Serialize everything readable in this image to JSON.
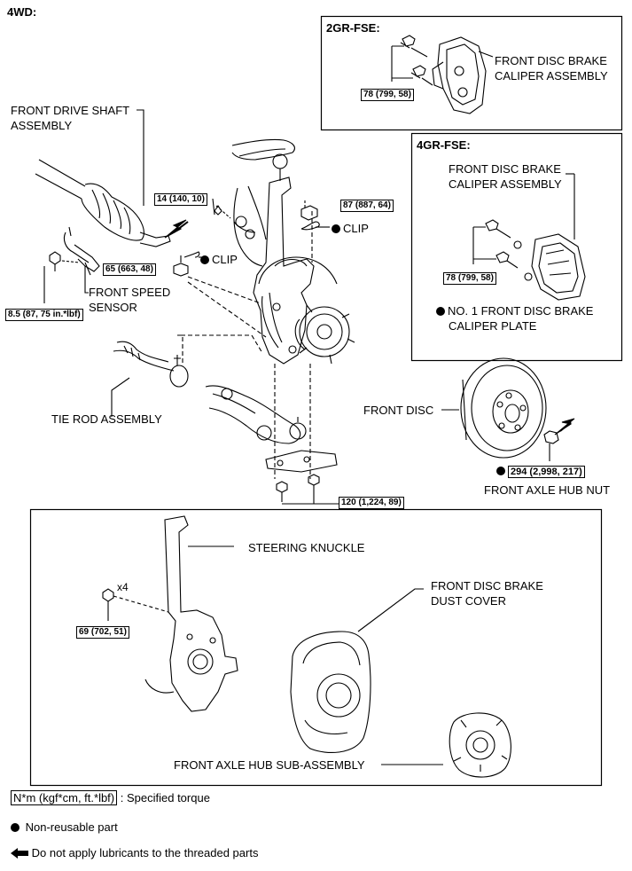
{
  "header": {
    "title": "4WD:"
  },
  "boxes": {
    "gr2": "2GR-FSE:",
    "gr4": "4GR-FSE:"
  },
  "labels": {
    "caliper_2gr_1": "FRONT DISC BRAKE",
    "caliper_2gr_2": "CALIPER ASSEMBLY",
    "caliper_4gr_1": "FRONT DISC BRAKE",
    "caliper_4gr_2": "CALIPER ASSEMBLY",
    "plate_1": "NO. 1 FRONT DISC BRAKE",
    "plate_2": "CALIPER PLATE",
    "drive_shaft_1": "FRONT DRIVE SHAFT",
    "drive_shaft_2": "ASSEMBLY",
    "clip_a": "CLIP",
    "clip_b": "CLIP",
    "speed_sensor_1": "FRONT SPEED",
    "speed_sensor_2": "SENSOR",
    "tie_rod": "TIE ROD ASSEMBLY",
    "front_disc": "FRONT DISC",
    "hub_nut": "FRONT AXLE HUB NUT",
    "steering_knuckle": "STEERING KNUCKLE",
    "dust_cover_1": "FRONT DISC BRAKE",
    "dust_cover_2": "DUST COVER",
    "hub_sub": "FRONT AXLE HUB SUB-ASSEMBLY",
    "x4": "x4"
  },
  "torques": {
    "t78a": "78 (799, 58)",
    "t78b": "78 (799, 58)",
    "t14": "14 (140, 10)",
    "t87": "87 (887, 64)",
    "t65": "65 (663, 48)",
    "t85": "8.5 (87, 75 in.*lbf)",
    "t294": "294 (2,998, 217)",
    "t120": "120 (1,224, 89)",
    "t69": "69 (702, 51)"
  },
  "legend": {
    "torque_box": "N*m (kgf*cm, ft.*lbf)",
    "torque_text": ": Specified torque",
    "nonreusable": "Non-reusable part",
    "nolube": "Do not apply lubricants to the threaded parts"
  }
}
